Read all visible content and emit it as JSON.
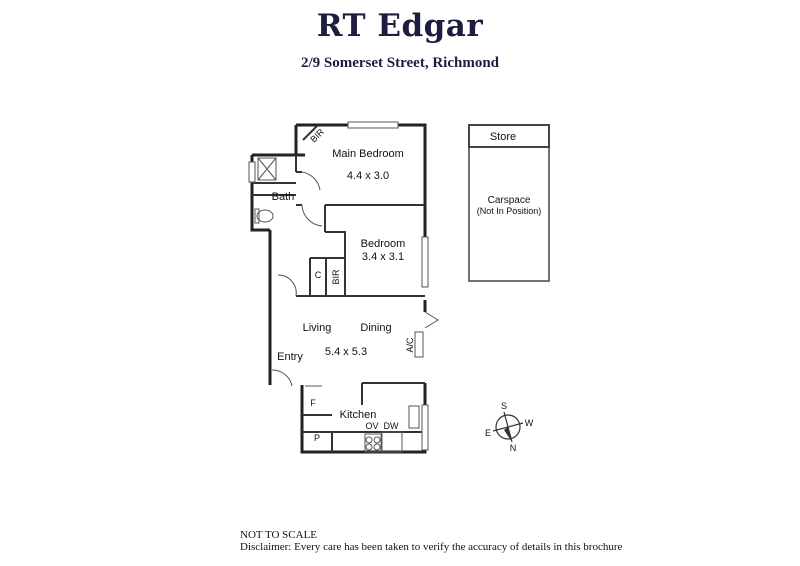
{
  "header": {
    "agency": "RT Edgar",
    "address": "2/9 Somerset Street, Richmond"
  },
  "rooms": {
    "main_bedroom": {
      "name": "Main Bedroom",
      "dims": "4.4 x 3.0"
    },
    "bedroom": {
      "name": "Bedroom",
      "dims": "3.4 x 3.1"
    },
    "bath": "Bath",
    "bir": "BIR",
    "bir2": "BIR",
    "cupboard": "C",
    "living": "Living",
    "dining": "Dining",
    "living_dims": "5.4 x 5.3",
    "ac": "A/C",
    "entry": "Entry",
    "kitchen": "Kitchen",
    "fridge": "F",
    "pantry": "P",
    "oven": "OV",
    "dishwasher": "DW"
  },
  "carspace": {
    "store": "Store",
    "label": "Carspace",
    "note": "(Not In Position)"
  },
  "compass": {
    "n": "N",
    "s": "S",
    "e": "E",
    "w": "W"
  },
  "footer": {
    "scale_note": "NOT TO SCALE",
    "disclaimer": "Disclaimer: Every care has been taken to verify the accuracy of details in this brochure"
  }
}
